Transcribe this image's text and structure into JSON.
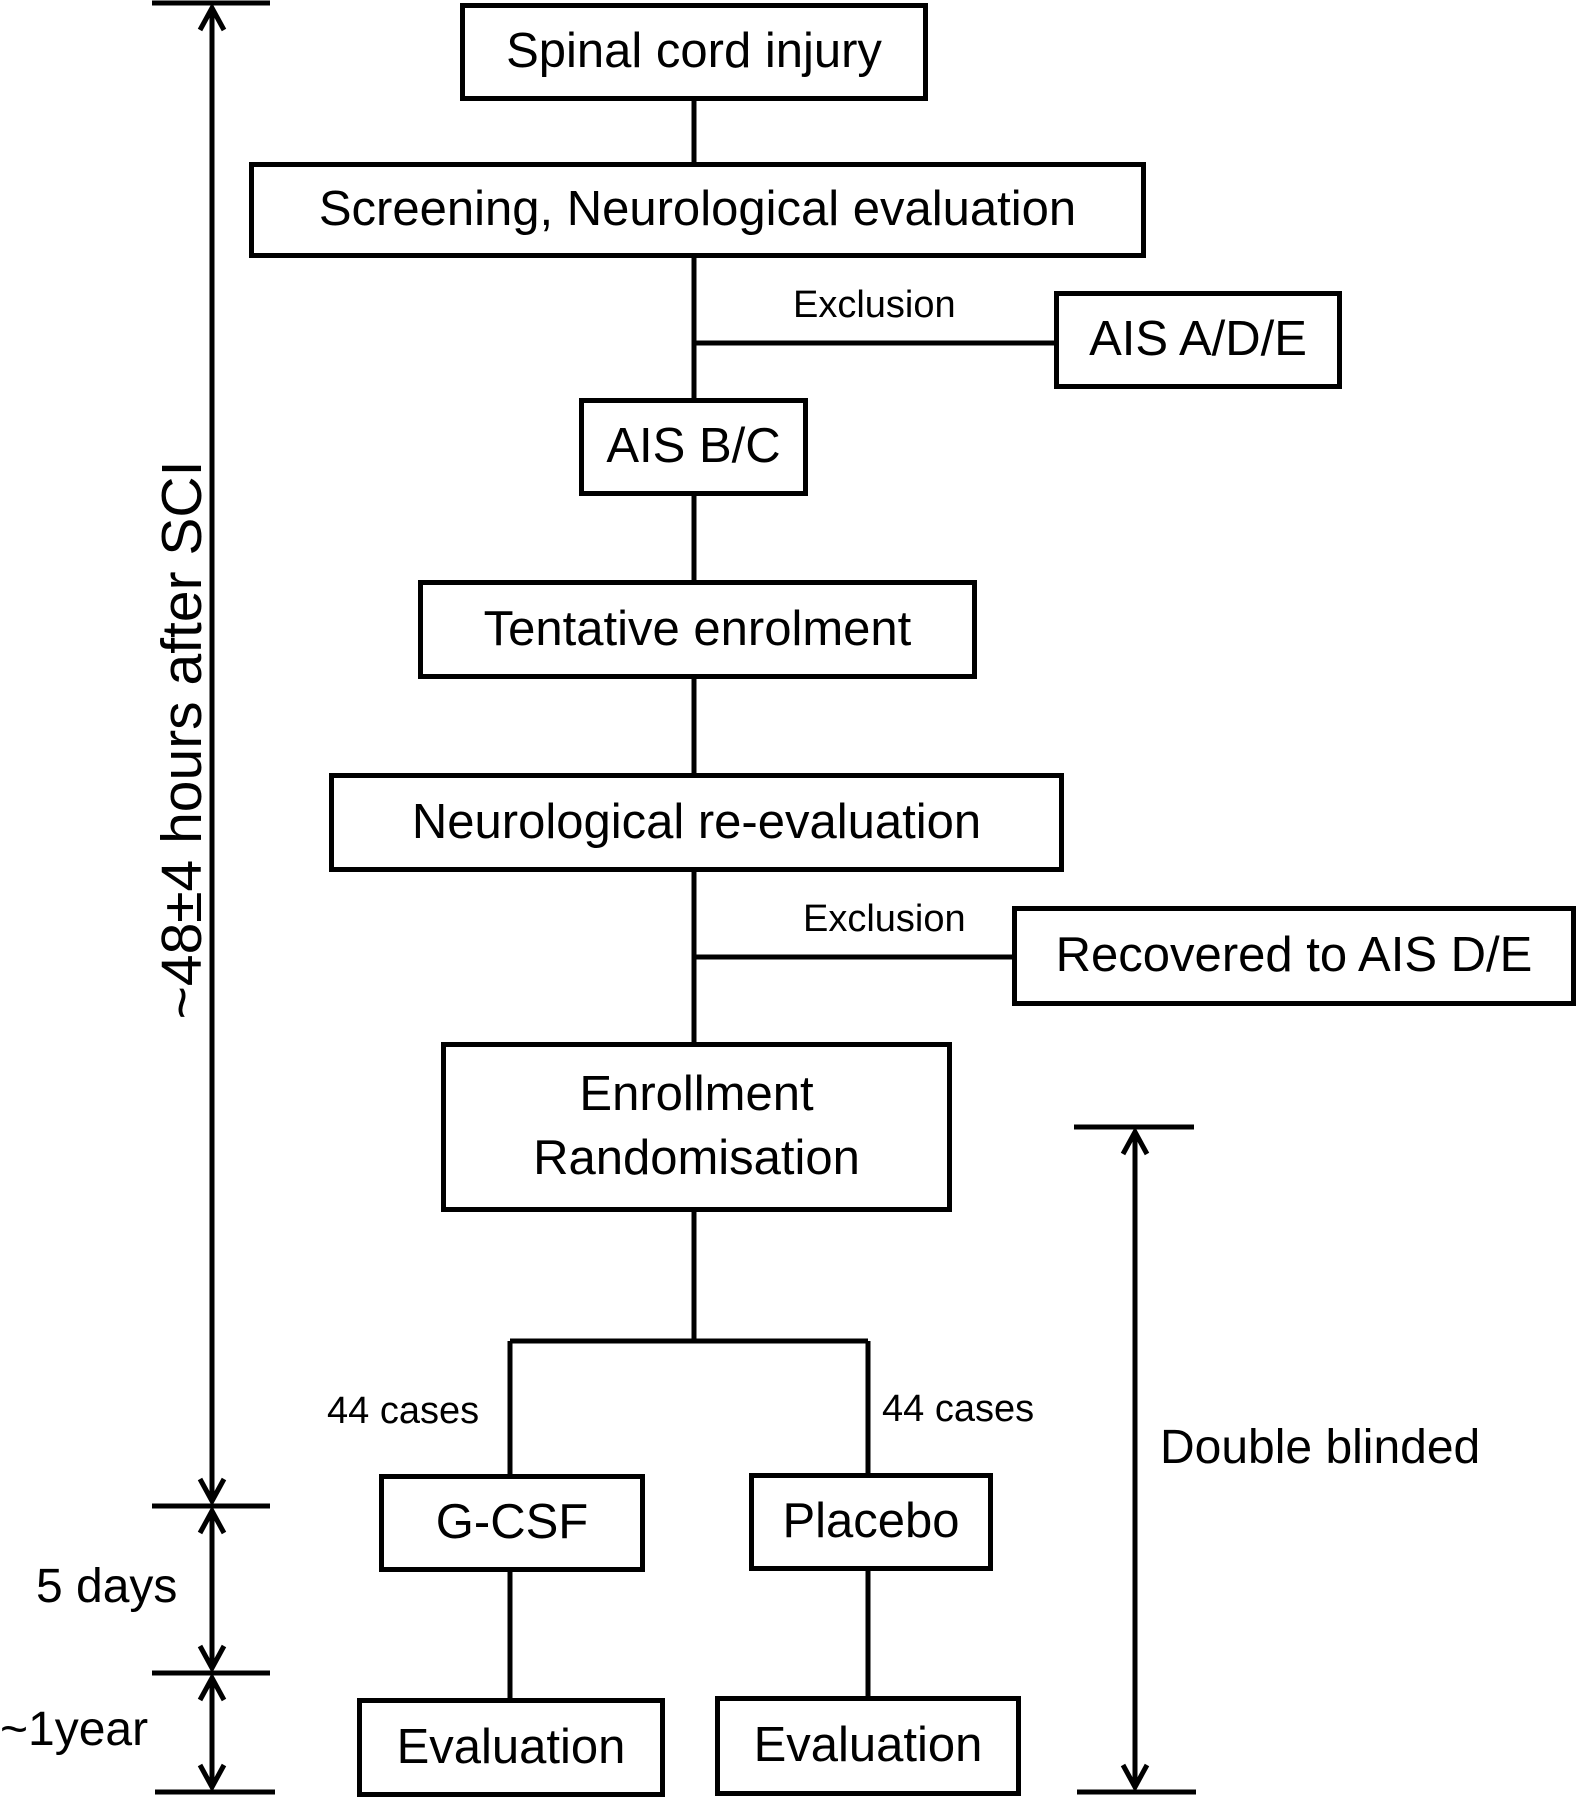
{
  "flowchart": {
    "spinal_cord_injury": "Spinal cord injury",
    "screening": "Screening, Neurological evaluation",
    "exclusion_label_1": "Exclusion",
    "excluded_1": "AIS A/D/E",
    "ais_bc": "AIS B/C",
    "tentative_enrolment": "Tentative enrolment",
    "reevaluation": "Neurological re-evaluation",
    "exclusion_label_2": "Exclusion",
    "excluded_2": "Recovered to AIS D/E",
    "enrollment_line1": "Enrollment",
    "enrollment_line2": "Randomisation",
    "cases_left": "44 cases",
    "cases_right": "44 cases",
    "arm_left": "G-CSF",
    "arm_right": "Placebo",
    "eval_left": "Evaluation",
    "eval_right": "Evaluation"
  },
  "timeline": {
    "phase1": "~48±4 hours after SCI",
    "phase2": "5 days",
    "phase3": "~1year"
  },
  "blinding": {
    "label": "Double blinded"
  }
}
